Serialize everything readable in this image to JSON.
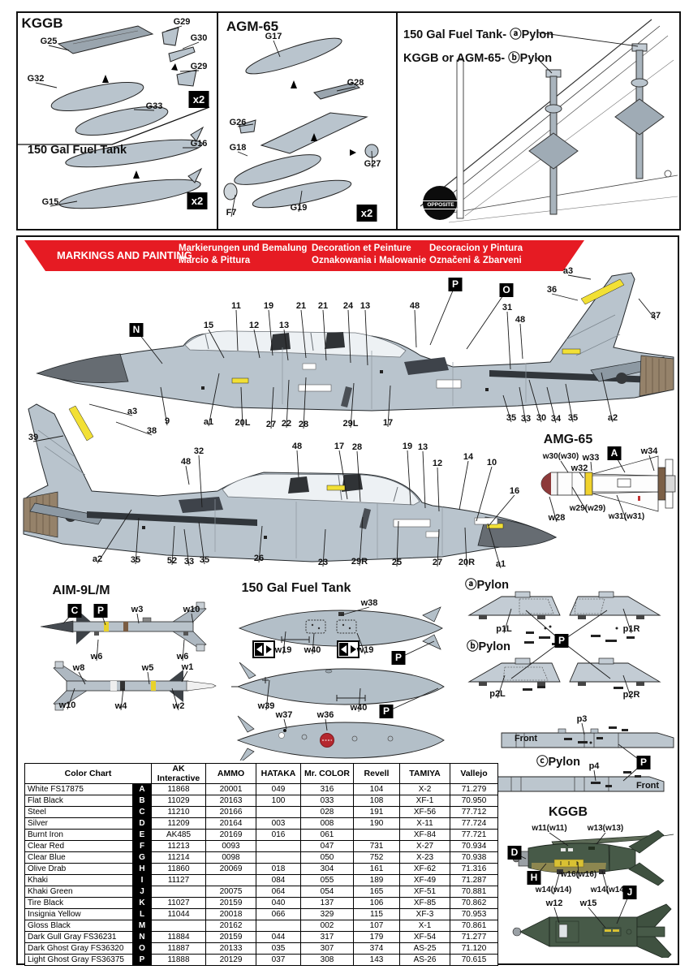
{
  "banner": {
    "title": "MARKINGS AND PAINTING",
    "de1": "Markierungen und Bemalung",
    "de2": "Marcio & Pittura",
    "fr1": "Decoration et Peinture",
    "fr2": "Oznakowania i Malowanie",
    "es1": "Decoracion y Pintura",
    "es2": "Označeni & Zbarveni",
    "red": "#e61b23"
  },
  "panel3": {
    "line1": "150 Gal Fuel Tank- ⓐPylon",
    "line2": "KGGB or AGM-65- ⓑPylon",
    "stamp": "OPPOSITE"
  },
  "colors": {
    "airframe_gray": "#b9c4cd",
    "radome_gray": "#666c72",
    "decal_yellow": "#f2e035",
    "bomb_green": "#475a48",
    "tank_gray": "#b3bfc8",
    "exhaust_tan": "#95826a"
  },
  "callouts": {
    "panel1": [
      "KGGB",
      "G25",
      "G29",
      "G30",
      "G29",
      "G32",
      "G33",
      "x2",
      "150 Gal Fuel Tank",
      "G16",
      "G15",
      "x2"
    ],
    "panel2": [
      "AGM-65",
      "G17",
      "G28",
      "G26",
      "G18",
      "G27",
      "F7",
      "G19",
      "x2"
    ],
    "plane1": [
      "N",
      "15",
      "11",
      "12",
      "19",
      "13",
      "21",
      "21",
      "24",
      "13",
      "48",
      "P",
      "O",
      "31",
      "48",
      "a3",
      "36",
      "37",
      "9",
      "a1",
      "20L",
      "27",
      "22",
      "28",
      "29L",
      "17",
      "35",
      "33",
      "30",
      "34",
      "35",
      "a2"
    ],
    "plane2": [
      "39",
      "a3",
      "38",
      "48",
      "32",
      "48",
      "17",
      "28",
      "19",
      "13",
      "12",
      "14",
      "10",
      "16",
      "a2",
      "35",
      "52",
      "33",
      "35",
      "26",
      "23",
      "29R",
      "25",
      "27",
      "20R",
      "a1"
    ],
    "amg65": [
      "AMG-65",
      "w30(w30)",
      "w33",
      "w32",
      "A",
      "w34",
      "w29(w29)",
      "w28",
      "w31(w31)"
    ],
    "aim9": [
      "AIM-9L/M",
      "C",
      "P",
      "w3",
      "w10",
      "w6",
      "w6",
      "w8",
      "w5",
      "w1",
      "w10",
      "w4",
      "w2"
    ],
    "fuel": [
      "150 Gal Fuel Tank",
      "w38",
      "w19",
      "w40",
      "w19",
      "P",
      "w39",
      "w40",
      "P",
      "w37",
      "w36"
    ],
    "pylon": [
      "ⓐPylon",
      "p1L",
      "p1R",
      "P",
      "ⓑPylon",
      "p2L",
      "p2R",
      "p3",
      "Front",
      "ⓒPylon",
      "p4",
      "P",
      "Front"
    ],
    "kggb": [
      "KGGB",
      "w11(w11)",
      "w13(w13)",
      "D",
      "H",
      "w16(w16)",
      "w14(w14)",
      "w14(w14)",
      "J",
      "w12",
      "w15"
    ]
  },
  "color_chart": {
    "headers": [
      "Color Chart",
      "AK Interactive",
      "AMMO",
      "HATAKA",
      "Mr. COLOR",
      "Revell",
      "TAMIYA",
      "Vallejo"
    ],
    "rows": [
      {
        "name": "White FS17875",
        "letter": "A",
        "values": [
          "11868",
          "20001",
          "049",
          "316",
          "104",
          "X-2",
          "71.279"
        ]
      },
      {
        "name": "Flat Black",
        "letter": "B",
        "values": [
          "11029",
          "20163",
          "100",
          "033",
          "108",
          "XF-1",
          "70.950"
        ]
      },
      {
        "name": "Steel",
        "letter": "C",
        "values": [
          "11210",
          "20166",
          "",
          "028",
          "191",
          "XF-56",
          "77.712"
        ]
      },
      {
        "name": "Silver",
        "letter": "D",
        "values": [
          "11209",
          "20164",
          "003",
          "008",
          "190",
          "X-11",
          "77.724"
        ]
      },
      {
        "name": "Burnt Iron",
        "letter": "E",
        "values": [
          "AK485",
          "20169",
          "016",
          "061",
          "",
          "XF-84",
          "77.721"
        ]
      },
      {
        "name": "Clear Red",
        "letter": "F",
        "values": [
          "11213",
          "0093",
          "",
          "047",
          "731",
          "X-27",
          "70.934"
        ]
      },
      {
        "name": "Clear Blue",
        "letter": "G",
        "values": [
          "11214",
          "0098",
          "",
          "050",
          "752",
          "X-23",
          "70.938"
        ]
      },
      {
        "name": "Olive Drab",
        "letter": "H",
        "values": [
          "11860",
          "20069",
          "018",
          "304",
          "161",
          "XF-62",
          "71.316"
        ]
      },
      {
        "name": "Khaki",
        "letter": "I",
        "values": [
          "11127",
          "",
          "084",
          "055",
          "189",
          "XF-49",
          "71.287"
        ]
      },
      {
        "name": "Khaki Green",
        "letter": "J",
        "values": [
          "",
          "20075",
          "064",
          "054",
          "165",
          "XF-51",
          "70.881"
        ]
      },
      {
        "name": "Tire Black",
        "letter": "K",
        "values": [
          "11027",
          "20159",
          "040",
          "137",
          "106",
          "XF-85",
          "70.862"
        ]
      },
      {
        "name": "Insignia Yellow",
        "letter": "L",
        "values": [
          "11044",
          "20018",
          "066",
          "329",
          "115",
          "XF-3",
          "70.953"
        ]
      },
      {
        "name": "Gloss Black",
        "letter": "M",
        "values": [
          "",
          "20162",
          "",
          "002",
          "107",
          "X-1",
          "70.861"
        ]
      },
      {
        "name": "Dark Gull Gray FS36231",
        "letter": "N",
        "values": [
          "11884",
          "20159",
          "044",
          "317",
          "179",
          "XF-54",
          "71.277"
        ]
      },
      {
        "name": "Dark Ghost Gray FS36320",
        "letter": "O",
        "values": [
          "11887",
          "20133",
          "035",
          "307",
          "374",
          "AS-25",
          "71.120"
        ]
      },
      {
        "name": "Light Ghost Gray FS36375",
        "letter": "P",
        "values": [
          "11888",
          "20129",
          "037",
          "308",
          "143",
          "AS-26",
          "70.615"
        ]
      }
    ]
  }
}
